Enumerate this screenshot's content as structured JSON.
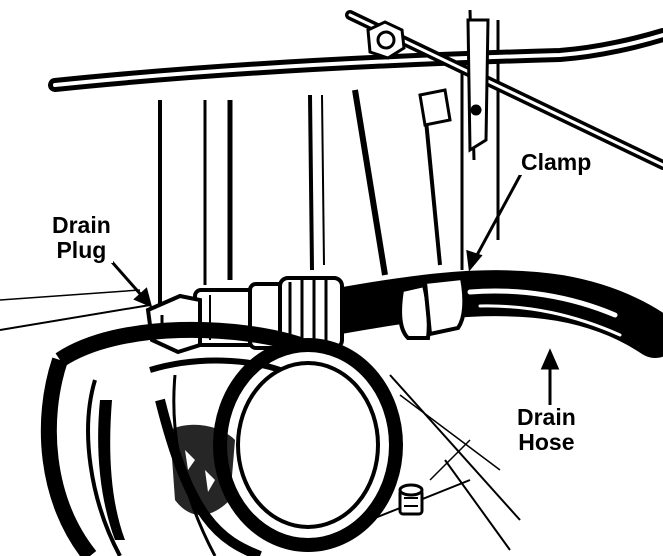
{
  "labels": {
    "clamp": "Clamp",
    "drain_plug_line1": "Drain",
    "drain_plug_line2": "Plug",
    "drain_hose_line1": "Drain",
    "drain_hose_line2": "Hose"
  },
  "colors": {
    "ink": "#000000",
    "paper": "#ffffff"
  }
}
